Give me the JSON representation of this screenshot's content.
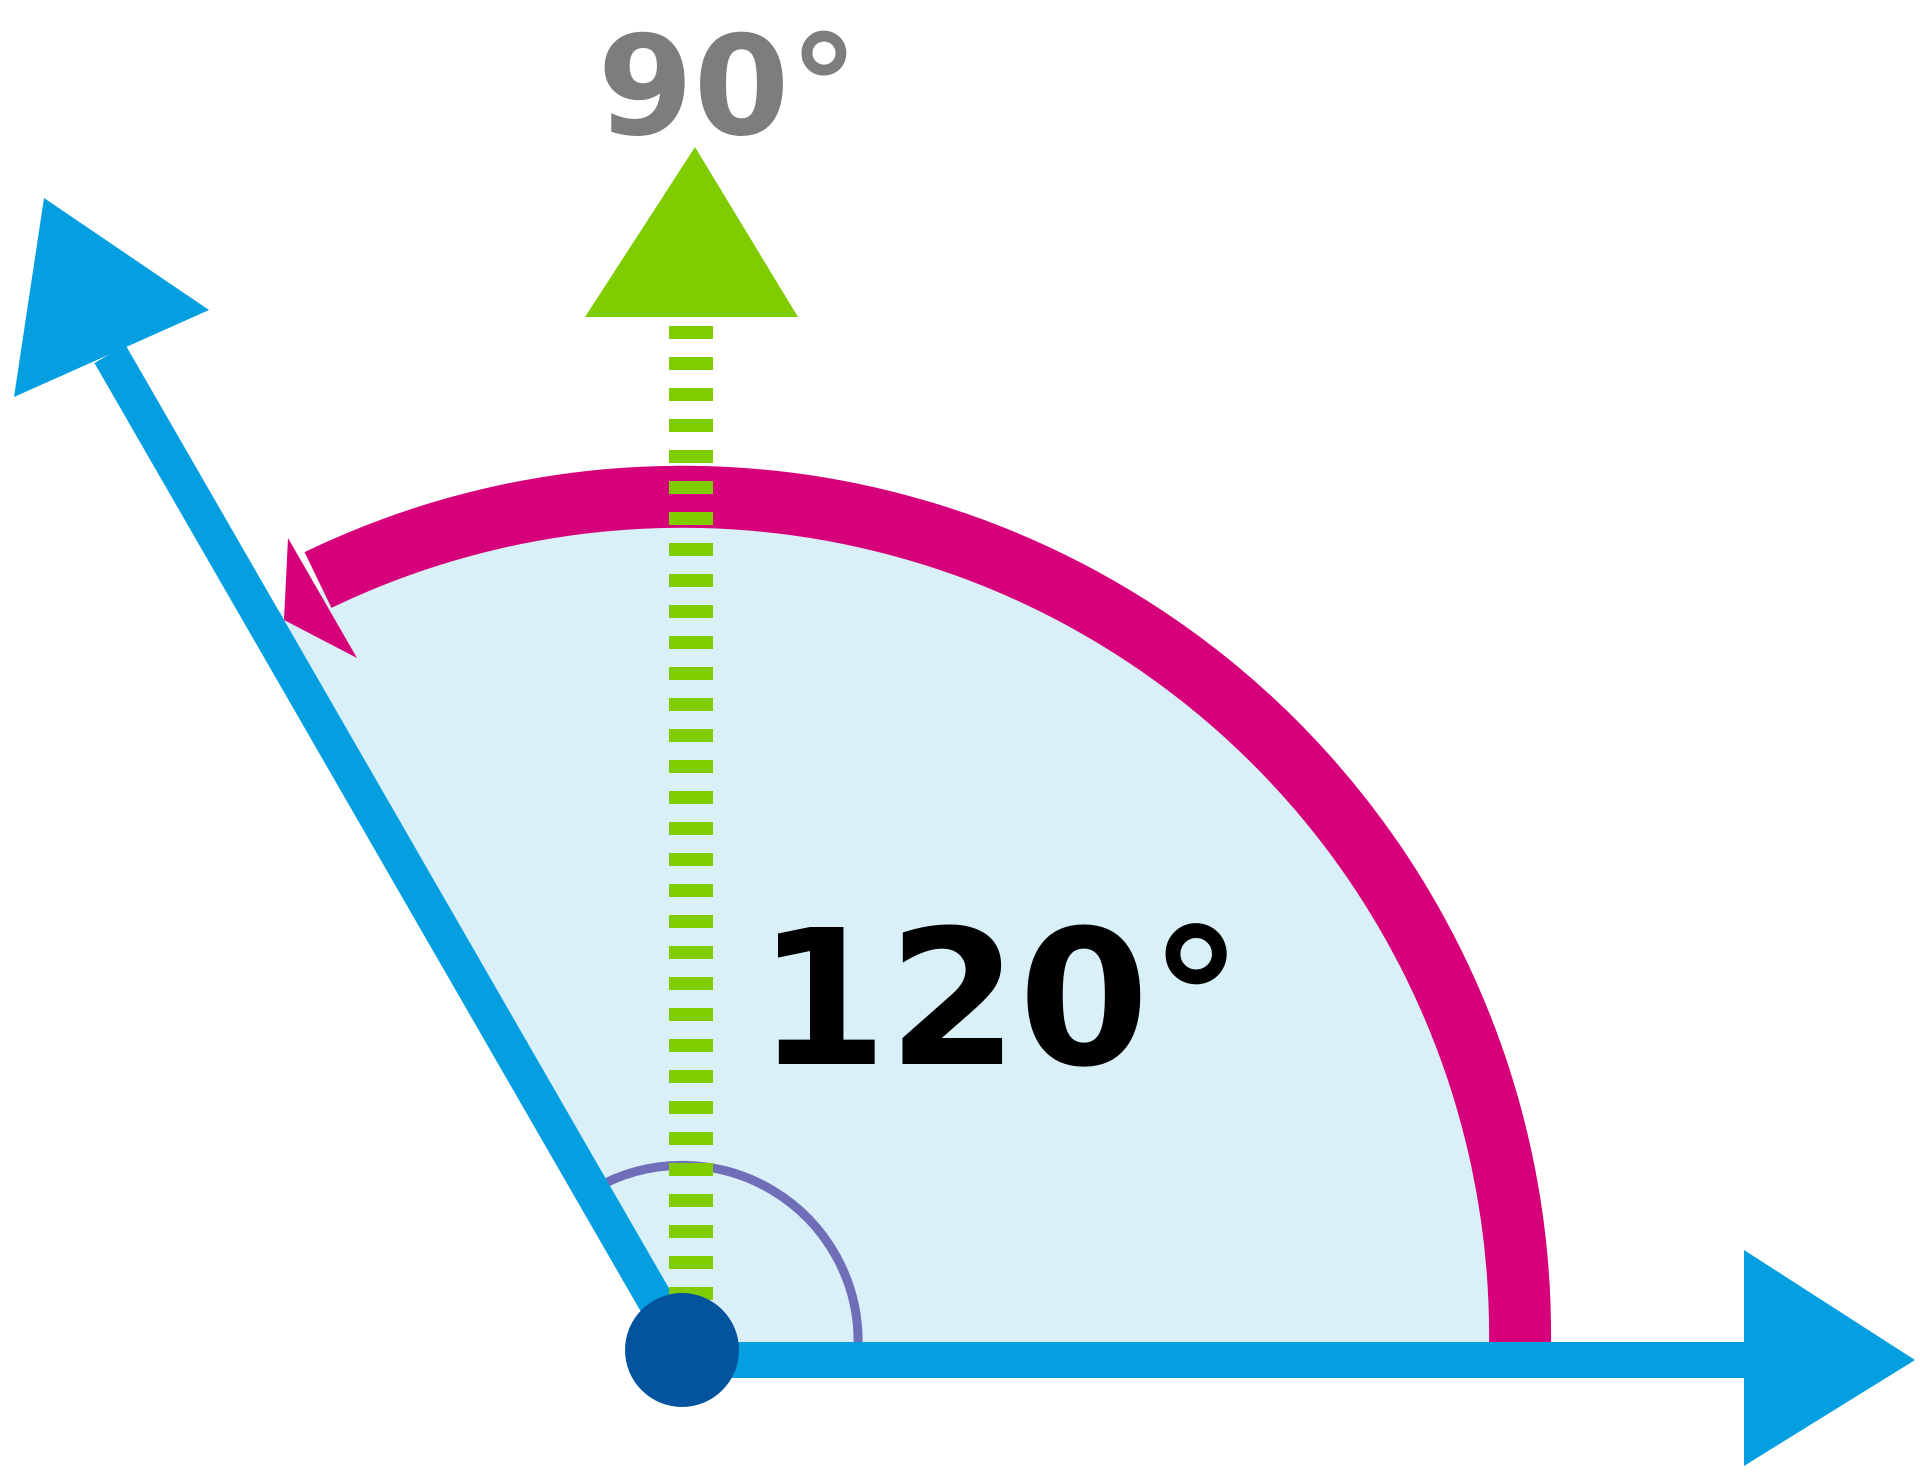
{
  "labels": {
    "reference_angle": "90°",
    "measured_angle": "120°"
  },
  "colors": {
    "ray": "#049fe0",
    "vertex": "#01549d",
    "sector_fill": "#d9f0f9",
    "rotation_arc": "#d6017a",
    "reference_line": "#7fcd00",
    "reference_label": "#7d7d7d",
    "measured_label": "#000000",
    "small_arc": "#706eb8"
  },
  "icons": {
    "vertex": "filled-circle",
    "rotation": "curved-arrow",
    "rays": "arrow",
    "reference": "dashed-arrow"
  }
}
